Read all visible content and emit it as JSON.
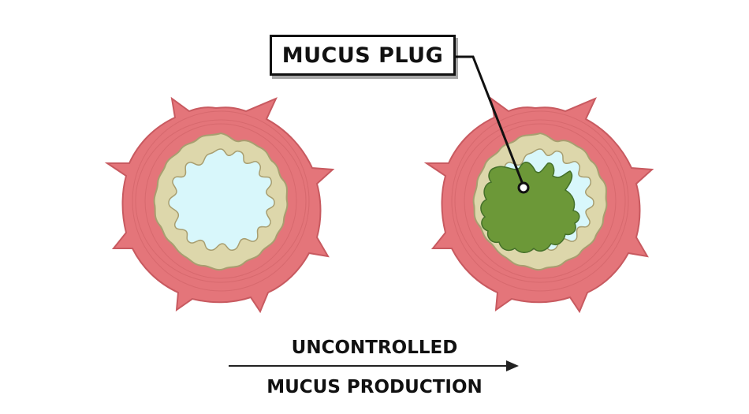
{
  "callout": {
    "label": "MUCUS PLUG"
  },
  "caption": {
    "line1": "UNCONTROLLED",
    "line2": "MUCUS PRODUCTION"
  },
  "colors": {
    "muscle": "#e4757a",
    "muscle_stroke": "#c85a60",
    "mucosa": "#ddd7ab",
    "mucosa_stroke": "#a89e70",
    "lumen": "#d8f7fb",
    "mucus": "#6c9838",
    "mucus_stroke": "#44702a"
  }
}
